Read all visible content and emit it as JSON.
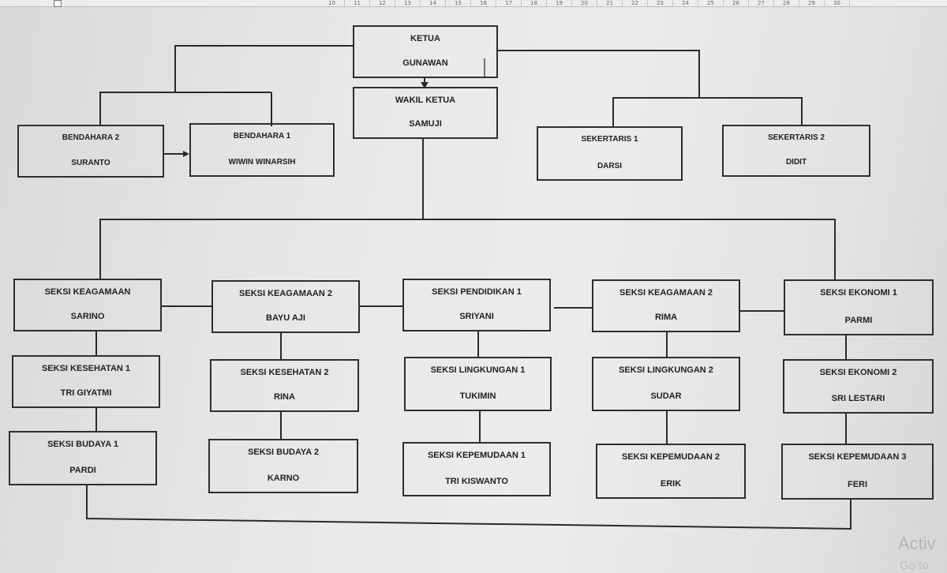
{
  "ruler": {
    "ticks": [
      "10",
      "11",
      "12",
      "13",
      "14",
      "15",
      "16",
      "17",
      "18",
      "19",
      "20",
      "21",
      "22",
      "23",
      "24",
      "25",
      "26",
      "27",
      "28",
      "29",
      "30"
    ]
  },
  "org": {
    "ketua": {
      "title": "KETUA",
      "name": "GUNAWAN"
    },
    "wakil": {
      "title": "WAKIL KETUA",
      "name": "SAMUJI"
    },
    "bendahara2": {
      "title": "BENDAHARA 2",
      "name": "SURANTO"
    },
    "bendahara1": {
      "title": "BENDAHARA 1",
      "name": "WIWIN WINARSIH"
    },
    "sekretaris1": {
      "title": "SEKERTARIS 1",
      "name": "DARSI"
    },
    "sekretaris2": {
      "title": "SEKERTARIS 2",
      "name": "DIDIT"
    },
    "seksi": [
      {
        "title": "SEKSI KEAGAMAAN",
        "name": "SARINO"
      },
      {
        "title": "SEKSI KEAGAMAAN 2",
        "name": "BAYU AJI"
      },
      {
        "title": "SEKSI PENDIDIKAN 1",
        "name": "SRIYANI"
      },
      {
        "title": "SEKSI KEAGAMAAN 2",
        "name": "RIMA"
      },
      {
        "title": "SEKSI EKONOMI 1",
        "name": "PARMI"
      },
      {
        "title": "SEKSI KESEHATAN 1",
        "name": "TRI GIYATMI"
      },
      {
        "title": "SEKSI KESEHATAN 2",
        "name": "RINA"
      },
      {
        "title": "SEKSI LINGKUNGAN 1",
        "name": "TUKIMIN"
      },
      {
        "title": "SEKSI LINGKUNGAN 2",
        "name": "SUDAR"
      },
      {
        "title": "SEKSI EKONOMI 2",
        "name": "SRI LESTARI"
      },
      {
        "title": "SEKSI BUDAYA 1",
        "name": "PARDI"
      },
      {
        "title": "SEKSI BUDAYA 2",
        "name": "KARNO"
      },
      {
        "title": "SEKSI KEPEMUDAAN 1",
        "name": "TRI KISWANTO"
      },
      {
        "title": "SEKSI KEPEMUDAAN 2",
        "name": "ERIK"
      },
      {
        "title": "SEKSI KEPEMUDAAN 3",
        "name": "FERI"
      }
    ]
  },
  "watermark": {
    "line1": "Activ",
    "line2": "Go to"
  }
}
